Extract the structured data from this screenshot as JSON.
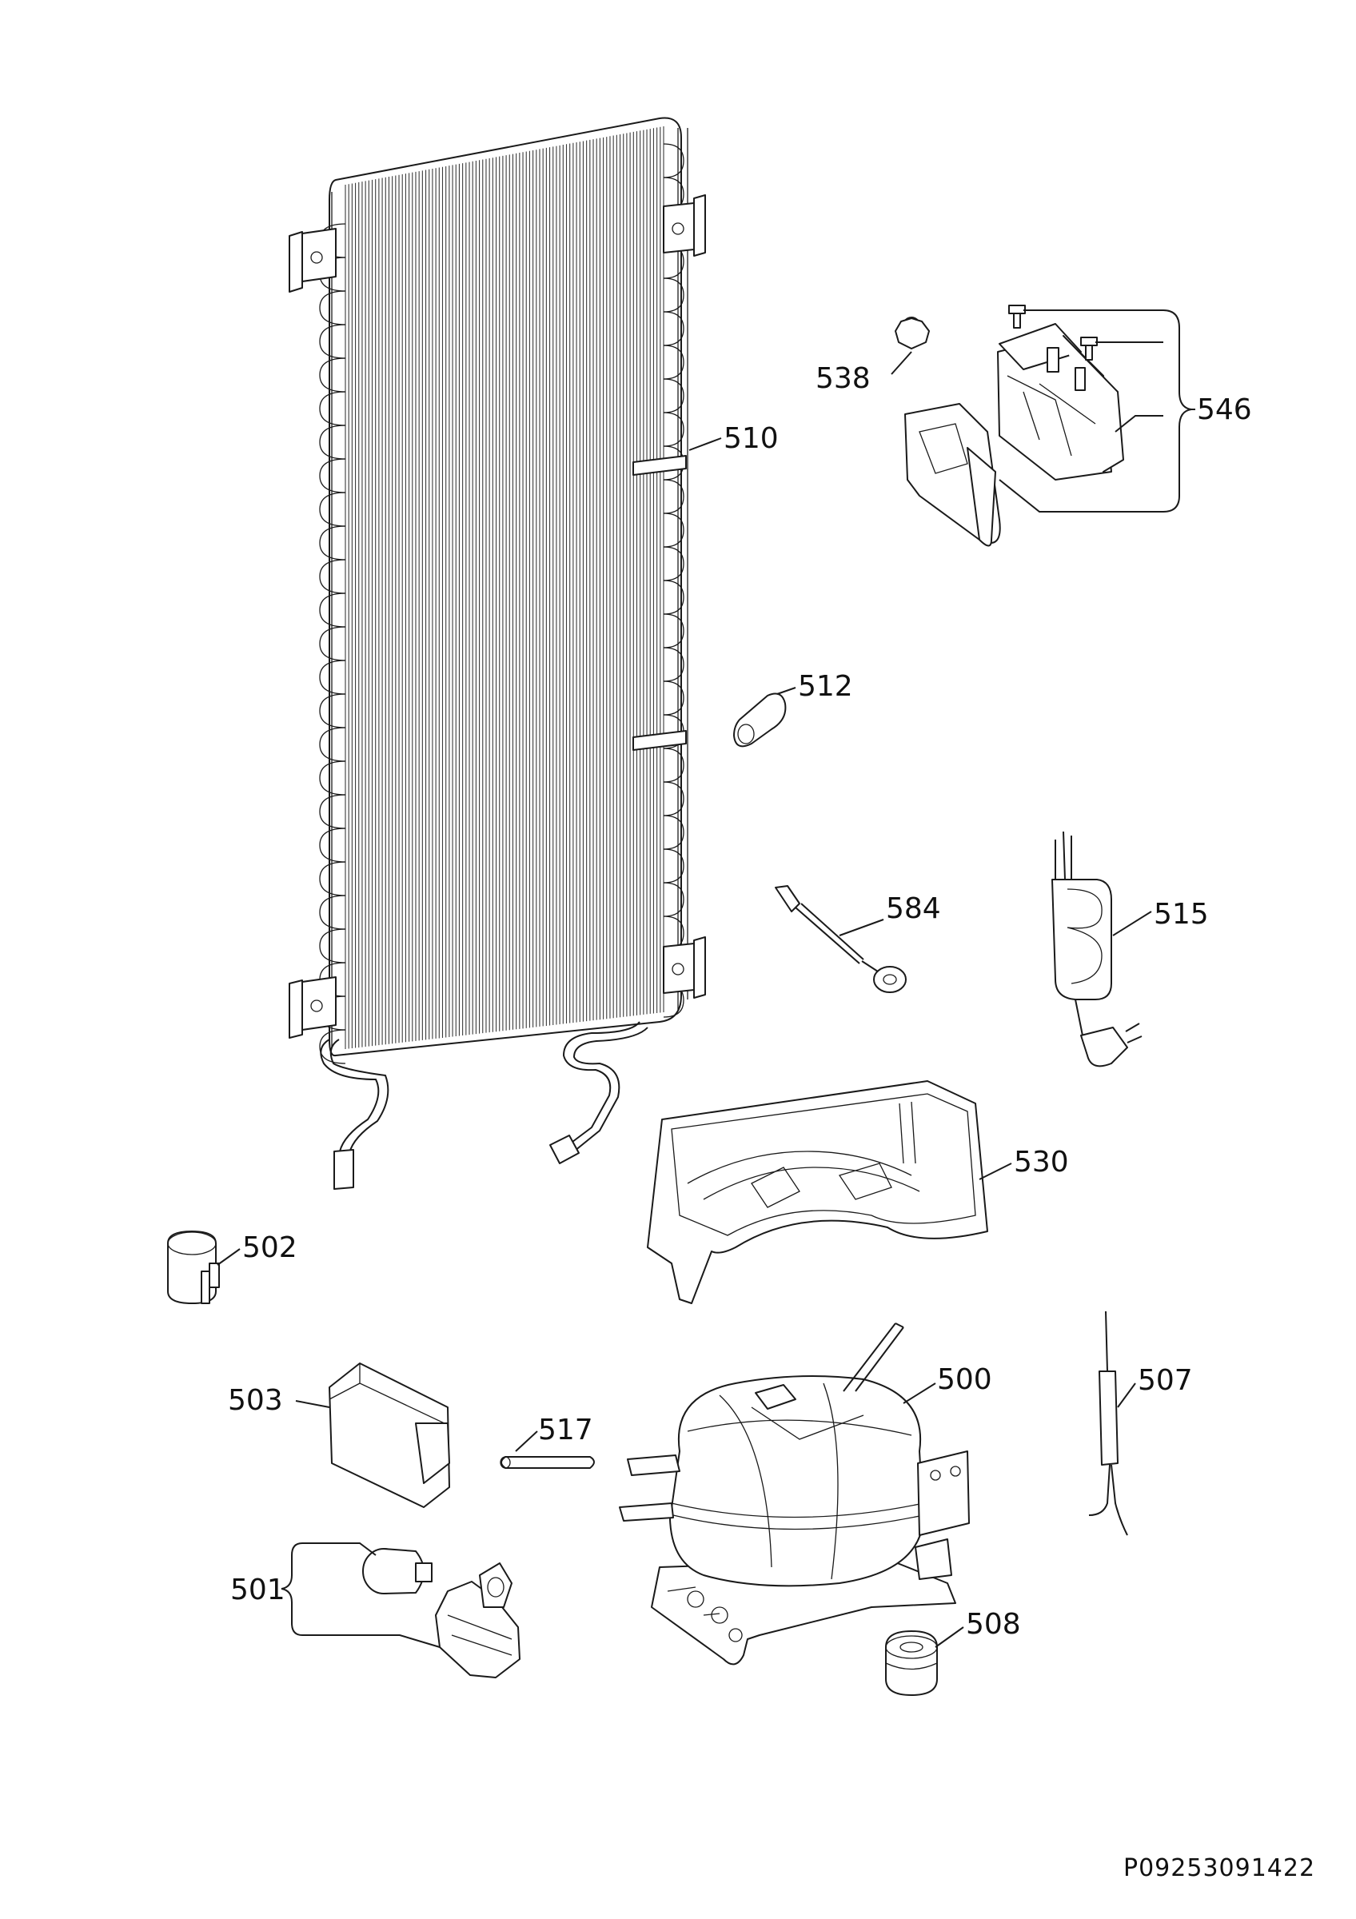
{
  "labels": [
    {
      "id": "500",
      "text": "500"
    },
    {
      "id": "501",
      "text": "501"
    },
    {
      "id": "502",
      "text": "502"
    },
    {
      "id": "503",
      "text": "503"
    },
    {
      "id": "507",
      "text": "507"
    },
    {
      "id": "508",
      "text": "508"
    },
    {
      "id": "510",
      "text": "510"
    },
    {
      "id": "512",
      "text": "512"
    },
    {
      "id": "515",
      "text": "515"
    },
    {
      "id": "517",
      "text": "517"
    },
    {
      "id": "530",
      "text": "530"
    },
    {
      "id": "538",
      "text": "538"
    },
    {
      "id": "546",
      "text": "546"
    },
    {
      "id": "584",
      "text": "584"
    }
  ],
  "document_code": "P09253091422",
  "colors": {
    "line": "#1a1a1a",
    "background": "#ffffff"
  }
}
